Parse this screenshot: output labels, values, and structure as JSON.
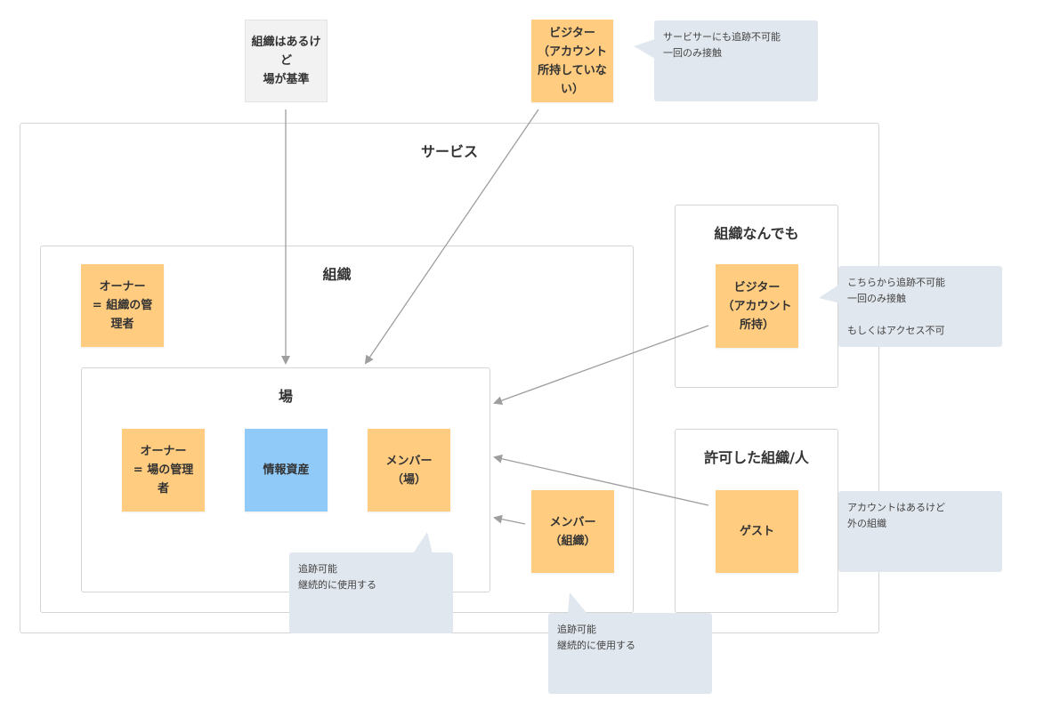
{
  "frames": {
    "service": "サービス",
    "organization": "組織",
    "ba": "場",
    "any_org": "組織なんでも",
    "permitted": "許可した組織/人"
  },
  "stickies": {
    "top_note": "組織はあるけ\nど\n場が基準",
    "visitor_no_account": "ビジター\n（アカウント\n所持していな\nい）",
    "owner_org": "オーナー\n= 組織の管\n理者",
    "owner_ba": "オーナー\n= 場の管理\n者",
    "info_asset": "情報資産",
    "member_ba": "メンバー\n（場）",
    "member_org": "メンバー\n（組織）",
    "visitor_account": "ビジター\n（アカウント\n所持）",
    "guest": "ゲスト"
  },
  "comments": {
    "top": "サービサーにも追跡不可能\n一回のみ接触",
    "visitor": "こちらから追跡不可能\n一回のみ接触\n\nもしくはアクセス不可",
    "guest": "アカウントはあるけど\n外の組織",
    "member_ba": "追跡可能\n継続的に使用する",
    "member_org": "追跡可能\n継続的に使用する"
  },
  "colors": {
    "sticky_orange": "#ffcc80",
    "sticky_blue": "#90caf9",
    "sticky_gray": "#f2f2f2",
    "comment_bg": "#e1e7ee",
    "frame_border": "#d4d4d4",
    "arrow": "#9e9e9e"
  }
}
